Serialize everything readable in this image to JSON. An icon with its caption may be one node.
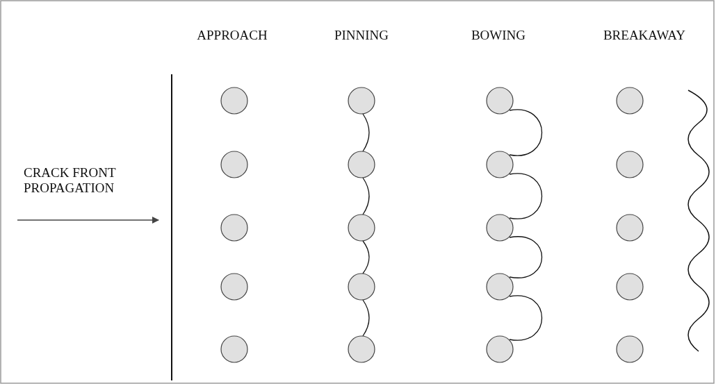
{
  "diagram": {
    "labels": [
      "APPROACH",
      "PINNING",
      "BOWING",
      "BREAKAWAY",
      "CRACK FRONT PROPAGATION"
    ]
  }
}
